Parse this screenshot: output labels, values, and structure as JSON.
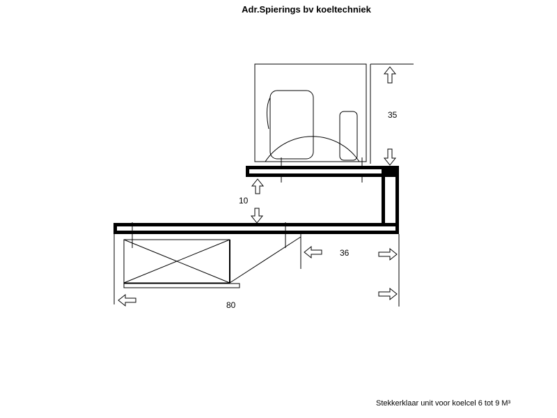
{
  "header": {
    "title": "Adr.Spierings bv koeltechniek"
  },
  "footer": {
    "caption": "Stekkerklaar unit voor koelcel 6 tot 9 M³"
  },
  "dimensions": {
    "unit_height": "35",
    "gap": "10",
    "depth": "36",
    "width": "80"
  }
}
